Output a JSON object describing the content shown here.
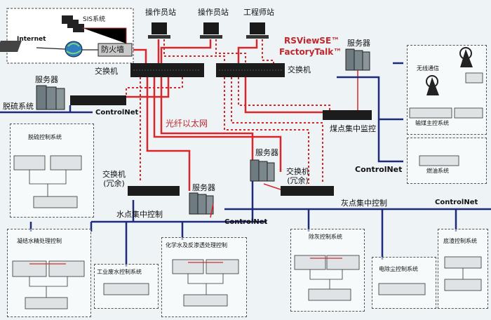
{
  "colors": {
    "fiber": "#d8262a",
    "controlnet": "#1d2a7a",
    "device_dark": "#1c1c1c",
    "rack": "#6e7b80",
    "rs_text": "#c0272d"
  },
  "top": {
    "sis": "SIS系统",
    "internet": "Internet",
    "firewall": "防火墙",
    "op_station_1": "操作员站",
    "op_station_2": "操作员站",
    "engineer_station": "工程师站",
    "rsview": "RSViewSE™",
    "factorytalk": "FactoryTalk™"
  },
  "labels": {
    "server_main": "服务器",
    "switch_main_left": "交换机",
    "switch_main_right": "交换机",
    "server_coal": "服务器",
    "fiber_net": "光纤以太网",
    "coal_center": "煤点集中监控",
    "controlnet_coal": "ControlNet",
    "wireless": "无线通信",
    "coal_main_ctrl": "输煤主控系统",
    "fuel_oil": "燃油系统",
    "desulf": "脱硫系统",
    "controlnet_desulf": "ControlNet",
    "desulf_ctrl": "脱硫控制系统",
    "switch_redundant_left": "交换机\n(冗余)",
    "server_water": "服务器",
    "server_ash": "服务器",
    "switch_redundant_right": "交换机\n(冗余)",
    "water_center": "水点集中控制",
    "controlnet_water": "ControlNet",
    "ash_center": "灰点集中控制",
    "controlnet_ash": "ControlNet"
  },
  "subsystems": {
    "condensate": "凝结水精处理控制",
    "wastewater": "工业废水控制系统",
    "chem_water": "化学水及反渗透处理控制",
    "ash_removal": "除灰控制系统",
    "electrostatic": "电除尘控制系统",
    "bottom_ash": "底渣控制系统"
  }
}
